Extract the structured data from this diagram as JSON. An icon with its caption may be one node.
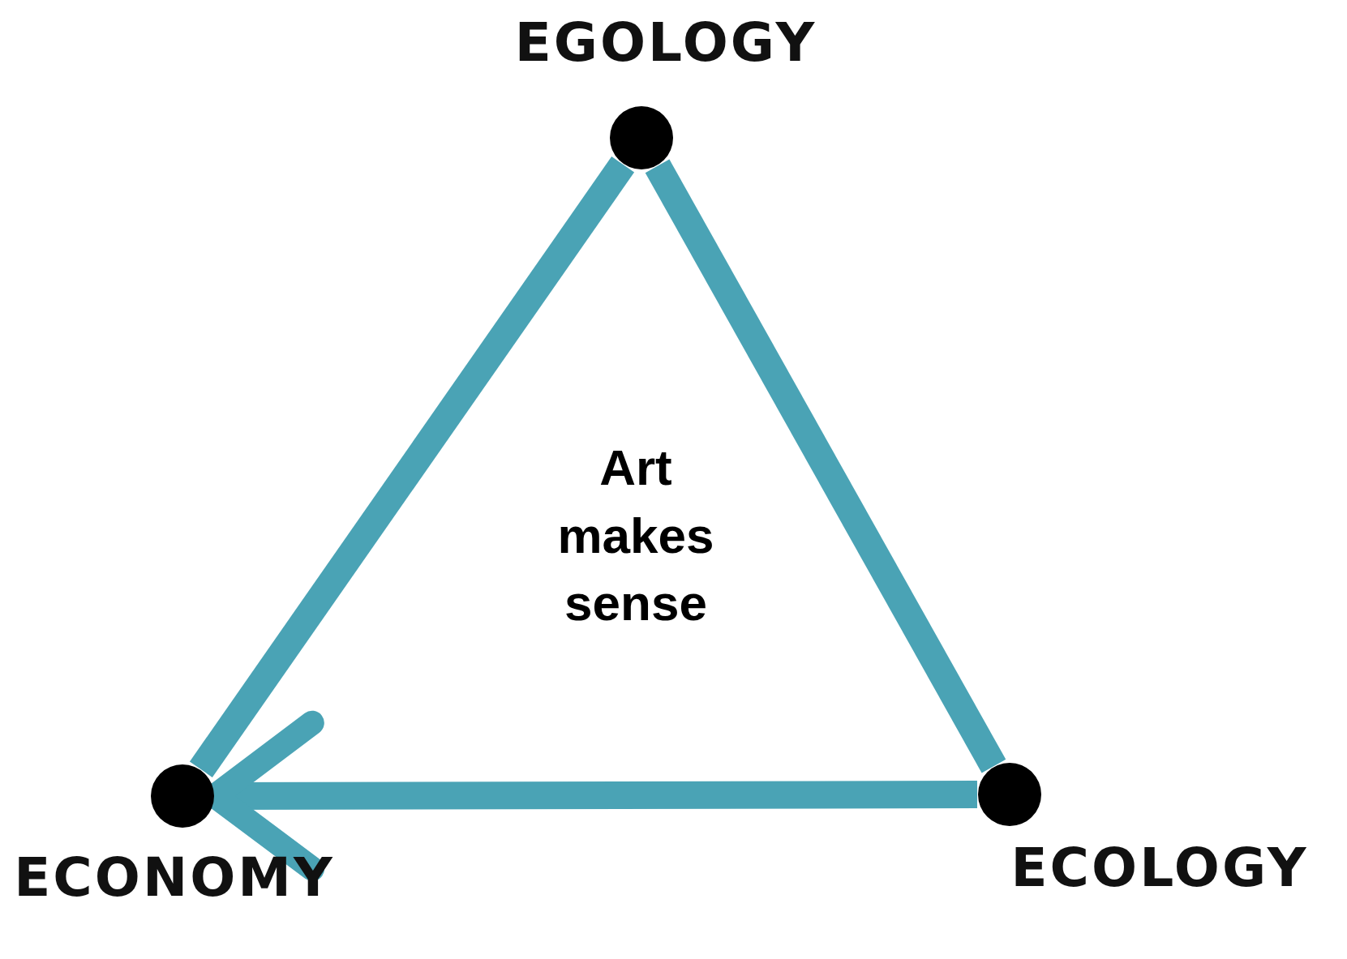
{
  "diagram": {
    "nodes": [
      {
        "text": [
          "EGOLOGY"
        ]
      },
      {
        "text": [
          "ECONOMY"
        ]
      },
      {
        "text": [
          "ECOLOGY"
        ]
      }
    ],
    "edges": [
      {
        "from": 0,
        "to": 1,
        "arrow": "none"
      },
      {
        "from": 0,
        "to": 2,
        "arrow": "none"
      },
      {
        "from": 2,
        "to": 1,
        "arrow": "to"
      }
    ],
    "labels": [
      "Art makes sense"
    ]
  }
}
